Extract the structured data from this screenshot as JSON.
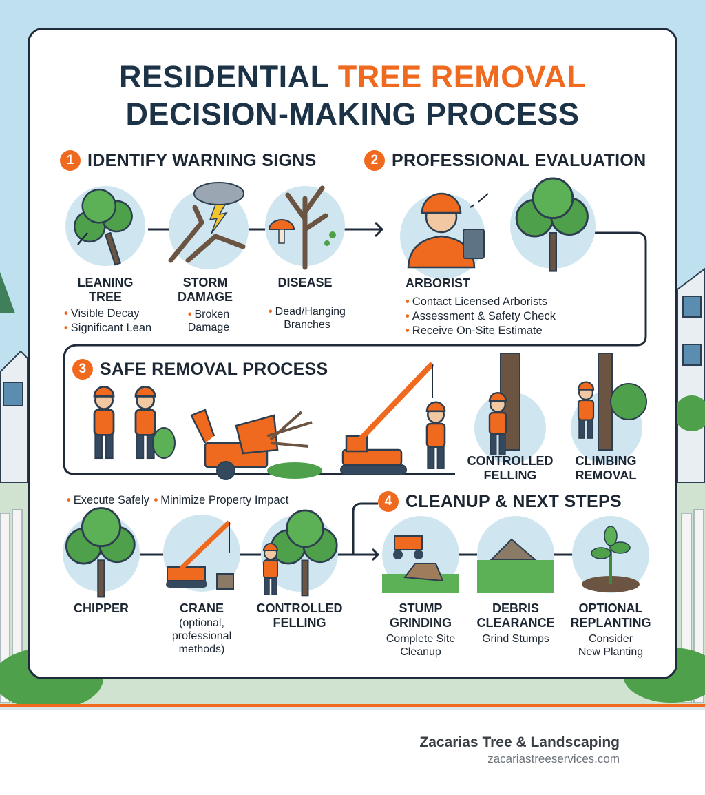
{
  "title": {
    "line1_plain": "RESIDENTIAL",
    "line1_accent": "TREE REMOVAL",
    "line2": "DECISION-MAKING PROCESS"
  },
  "steps": [
    {
      "number": "1",
      "label": "IDENTIFY WARNING SIGNS"
    },
    {
      "number": "2",
      "label": "PROFESSIONAL EVALUATION"
    },
    {
      "number": "3",
      "label": "SAFE REMOVAL PROCESS"
    },
    {
      "number": "4",
      "label": "CLEANUP & NEXT STEPS"
    }
  ],
  "warning_signs": {
    "leaning": {
      "line1": "LEANING",
      "line2": "TREE",
      "bullets": [
        "Visible Decay",
        "Significant Lean"
      ]
    },
    "storm": {
      "line1": "STORM",
      "line2": "DAMAGE",
      "sub1": "Broken",
      "sub2": "Damage"
    },
    "disease": {
      "label": "DISEASE",
      "sub1": "Dead/Hanging",
      "sub2": "Branches"
    }
  },
  "evaluation": {
    "label": "ARBORIST",
    "bullets": [
      "Contact Licensed Arborists",
      "Assessment & Safety Check",
      "Receive On-Site Estimate"
    ]
  },
  "removal": {
    "felling": {
      "line1": "CONTROLLED",
      "line2": "FELLING"
    },
    "climbing": {
      "line1": "CLIMBING",
      "line2": "REMOVAL"
    },
    "bullets": [
      "Execute Safely",
      "Minimize Property Impact"
    ],
    "methods": {
      "chipper": "CHIPPER",
      "crane": {
        "label": "CRANE",
        "sub1": "(optional,",
        "sub2": "professional",
        "sub3": "methods)"
      },
      "felling": {
        "line1": "CONTROLLED",
        "line2": "FELLING"
      }
    }
  },
  "cleanup": {
    "stump": {
      "line1": "STUMP",
      "line2": "GRINDING",
      "sub1": "Complete Site",
      "sub2": "Cleanup"
    },
    "debris": {
      "line1": "DEBRIS",
      "line2": "CLEARANCE",
      "sub1": "Grind Stumps"
    },
    "replant": {
      "line1": "OPTIONAL",
      "line2": "REPLANTING",
      "sub1": "Consider",
      "sub2": "New Planting"
    }
  },
  "footer": {
    "company": "Zacarias Tree & Landscaping",
    "url": "zacariastreeservices.com"
  },
  "colors": {
    "accent": "#ef6a1f",
    "navy": "#1c3347",
    "sky": "#b7dbe9",
    "tree_green": "#4fa04a",
    "circle_bg": "#cfe6f0"
  }
}
